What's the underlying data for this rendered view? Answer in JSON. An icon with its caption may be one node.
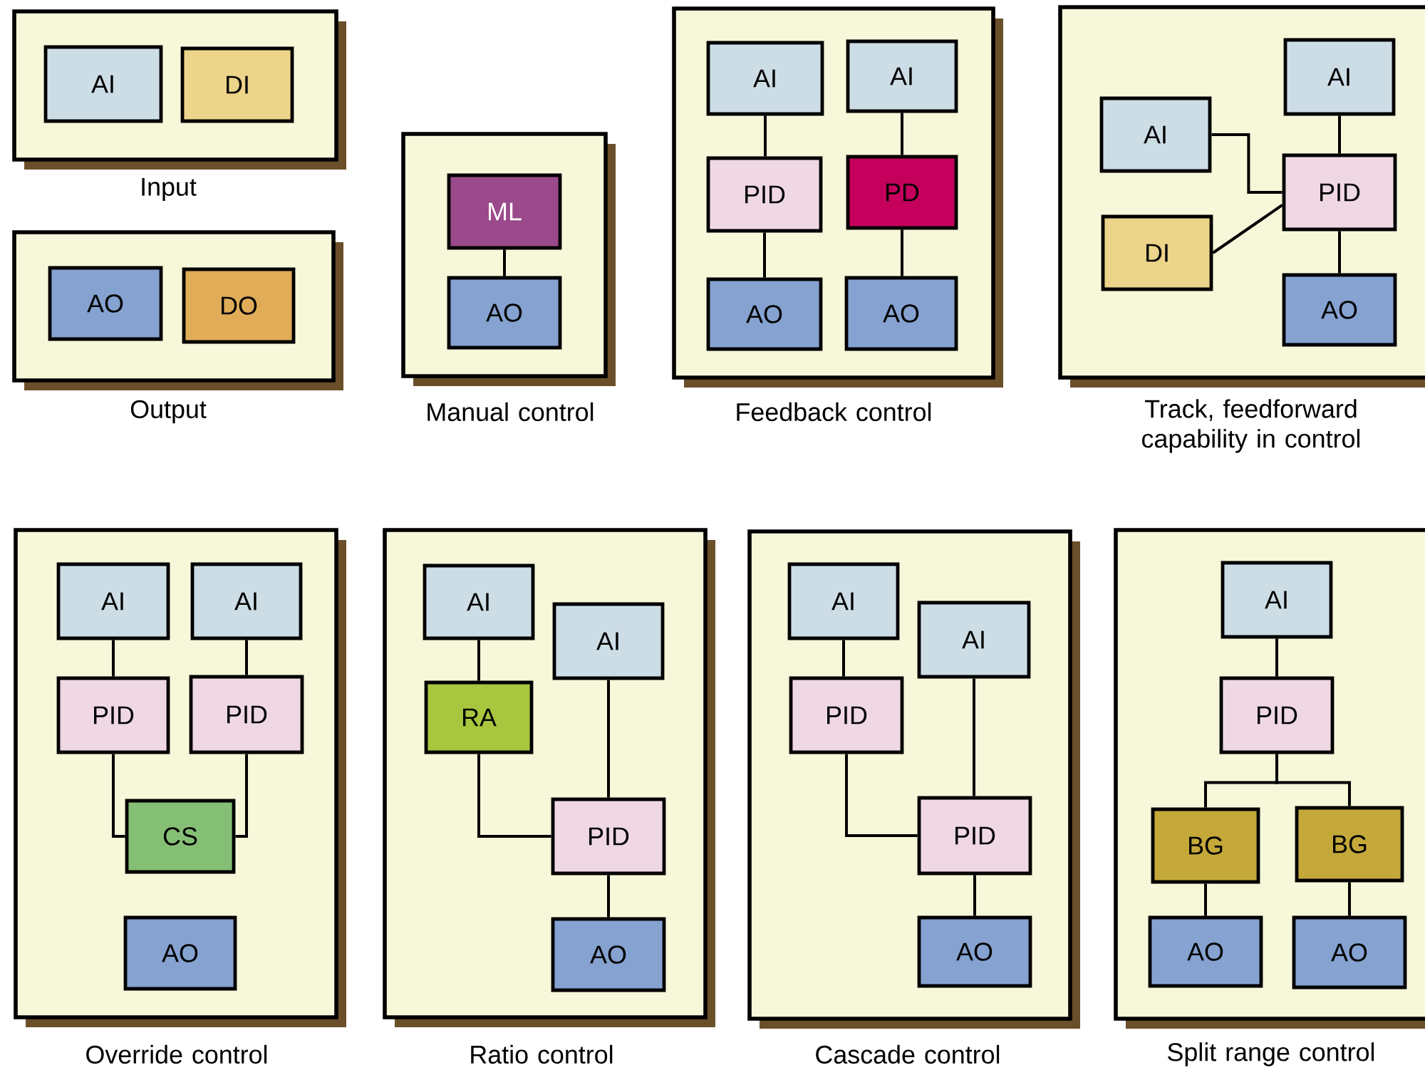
{
  "diagram": {
    "nodes": [
      {
        "text": [
          "Input"
        ]
      },
      {
        "text": [
          "AI"
        ],
        "in": 0
      },
      {
        "text": [
          "DI"
        ],
        "in": 0
      },
      {
        "text": [
          "Output"
        ]
      },
      {
        "text": [
          "AO"
        ],
        "in": 3
      },
      {
        "text": [
          "DO"
        ],
        "in": 3
      },
      {
        "text": [
          "Manual control"
        ]
      },
      {
        "text": [
          "ML"
        ],
        "in": 6
      },
      {
        "text": [
          "AO"
        ],
        "in": 6
      },
      {
        "text": [
          "Feedback control"
        ]
      },
      {
        "text": [
          "AI"
        ],
        "in": 9
      },
      {
        "text": [
          "AI"
        ],
        "in": 9
      },
      {
        "text": [
          "PID"
        ],
        "in": 9
      },
      {
        "text": [
          "PD"
        ],
        "in": 9
      },
      {
        "text": [
          "AO"
        ],
        "in": 9
      },
      {
        "text": [
          "AO"
        ],
        "in": 9
      },
      {
        "text": [
          "Track, feedforward capability in control"
        ]
      },
      {
        "text": [
          "AI"
        ],
        "in": 16
      },
      {
        "text": [
          "AI"
        ],
        "in": 16
      },
      {
        "text": [
          "PID"
        ],
        "in": 16
      },
      {
        "text": [
          "DI"
        ],
        "in": 16
      },
      {
        "text": [
          "AO"
        ],
        "in": 16
      },
      {
        "text": [
          "Override control"
        ]
      },
      {
        "text": [
          "AI"
        ],
        "in": 22
      },
      {
        "text": [
          "AI"
        ],
        "in": 22
      },
      {
        "text": [
          "PID"
        ],
        "in": 22
      },
      {
        "text": [
          "PID"
        ],
        "in": 22
      },
      {
        "text": [
          "CS"
        ],
        "in": 22
      },
      {
        "text": [
          "AO"
        ],
        "in": 22
      },
      {
        "text": [
          "Ratio control"
        ]
      },
      {
        "text": [
          "AI"
        ],
        "in": 29
      },
      {
        "text": [
          "AI"
        ],
        "in": 29
      },
      {
        "text": [
          "RA"
        ],
        "in": 29
      },
      {
        "text": [
          "PID"
        ],
        "in": 29
      },
      {
        "text": [
          "AO"
        ],
        "in": 29
      },
      {
        "text": [
          "Cascade control"
        ]
      },
      {
        "text": [
          "AI"
        ],
        "in": 35
      },
      {
        "text": [
          "AI"
        ],
        "in": 35
      },
      {
        "text": [
          "PID"
        ],
        "in": 35
      },
      {
        "text": [
          "PID"
        ],
        "in": 35
      },
      {
        "text": [
          "AO"
        ],
        "in": 35
      },
      {
        "text": [
          "Split range control"
        ]
      },
      {
        "text": [
          "AI"
        ],
        "in": 41
      },
      {
        "text": [
          "PID"
        ],
        "in": 41
      },
      {
        "text": [
          "BG"
        ],
        "in": 41
      },
      {
        "text": [
          "BG"
        ],
        "in": 41
      },
      {
        "text": [
          "AO"
        ],
        "in": 41
      },
      {
        "text": [
          "AO"
        ],
        "in": 41
      }
    ],
    "edges": [
      {
        "from": 7,
        "to": 8,
        "arrow": "none"
      },
      {
        "from": 10,
        "to": 12,
        "arrow": "none"
      },
      {
        "from": 12,
        "to": 14,
        "arrow": "none"
      },
      {
        "from": 11,
        "to": 13,
        "arrow": "none"
      },
      {
        "from": 13,
        "to": 15,
        "arrow": "none"
      },
      {
        "from": 17,
        "to": 19,
        "arrow": "none"
      },
      {
        "from": 18,
        "to": 19,
        "arrow": "none"
      },
      {
        "from": 20,
        "to": 19,
        "arrow": "none"
      },
      {
        "from": 19,
        "to": 21,
        "arrow": "none"
      },
      {
        "from": 23,
        "to": 25,
        "arrow": "none"
      },
      {
        "from": 24,
        "to": 26,
        "arrow": "none"
      },
      {
        "from": 25,
        "to": 27,
        "arrow": "none"
      },
      {
        "from": 26,
        "to": 27,
        "arrow": "none"
      },
      {
        "from": 30,
        "to": 32,
        "arrow": "none"
      },
      {
        "from": 32,
        "to": 33,
        "arrow": "none"
      },
      {
        "from": 31,
        "to": 33,
        "arrow": "none"
      },
      {
        "from": 33,
        "to": 34,
        "arrow": "none"
      },
      {
        "from": 36,
        "to": 38,
        "arrow": "none"
      },
      {
        "from": 38,
        "to": 39,
        "arrow": "none"
      },
      {
        "from": 37,
        "to": 39,
        "arrow": "none"
      },
      {
        "from": 39,
        "to": 40,
        "arrow": "none"
      },
      {
        "from": 42,
        "to": 43,
        "arrow": "none"
      },
      {
        "from": 43,
        "to": 44,
        "arrow": "none"
      },
      {
        "from": 43,
        "to": 45,
        "arrow": "none"
      },
      {
        "from": 44,
        "to": 46,
        "arrow": "none"
      },
      {
        "from": 45,
        "to": 47,
        "arrow": "none"
      }
    ]
  }
}
